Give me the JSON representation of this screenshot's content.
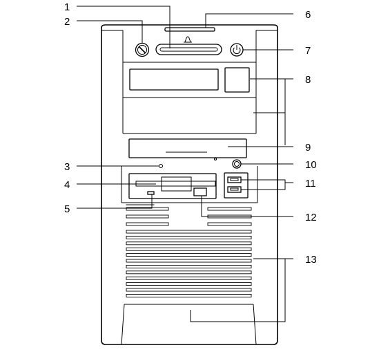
{
  "callouts": [
    {
      "id": "1",
      "label": "1"
    },
    {
      "id": "2",
      "label": "2"
    },
    {
      "id": "3",
      "label": "3"
    },
    {
      "id": "4",
      "label": "4"
    },
    {
      "id": "5",
      "label": "5"
    },
    {
      "id": "6",
      "label": "6"
    },
    {
      "id": "7",
      "label": "7"
    },
    {
      "id": "8",
      "label": "8"
    },
    {
      "id": "9",
      "label": "9"
    },
    {
      "id": "10",
      "label": "10"
    },
    {
      "id": "11",
      "label": "11"
    },
    {
      "id": "12",
      "label": "12"
    },
    {
      "id": "13",
      "label": "13"
    }
  ],
  "icons": {
    "alarm": "bell-icon",
    "power": "power-icon",
    "key": "key-lock-icon"
  }
}
